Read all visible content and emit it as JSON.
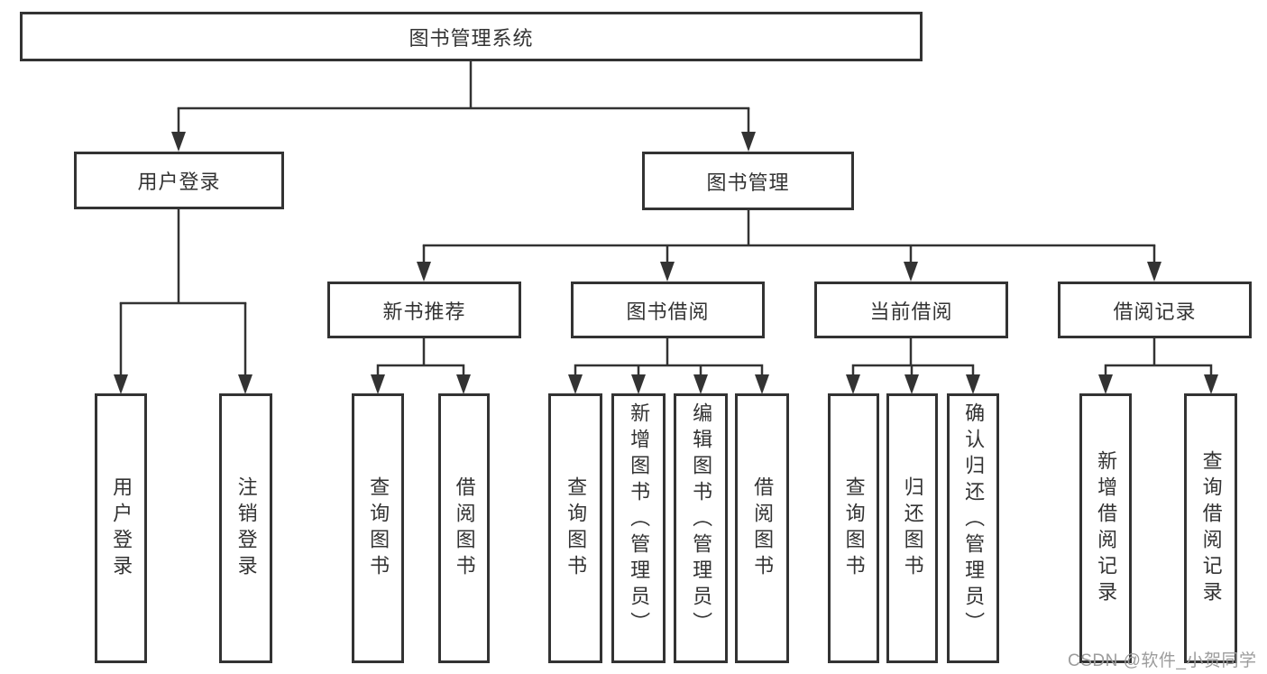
{
  "colors": {
    "line": "#333333",
    "box_border": "#333333",
    "text": "#333333",
    "watermark": "#9c9c9c",
    "background": "#ffffff"
  },
  "tree": {
    "root": {
      "label": "图书管理系统",
      "children": [
        {
          "label": "用户登录",
          "children": [
            {
              "label": "用户登录"
            },
            {
              "label": "注销登录"
            }
          ]
        },
        {
          "label": "图书管理",
          "children": [
            {
              "label": "新书推荐",
              "children": [
                {
                  "label": "查询图书"
                },
                {
                  "label": "借阅图书"
                }
              ]
            },
            {
              "label": "图书借阅",
              "children": [
                {
                  "label": "查询图书"
                },
                {
                  "label": "新增图书（管理员）"
                },
                {
                  "label": "编辑图书（管理员）"
                },
                {
                  "label": "借阅图书"
                }
              ]
            },
            {
              "label": "当前借阅",
              "children": [
                {
                  "label": "查询图书"
                },
                {
                  "label": "归还图书"
                },
                {
                  "label": "确认归还（管理员）"
                }
              ]
            },
            {
              "label": "借阅记录",
              "children": [
                {
                  "label": "新增借阅记录"
                },
                {
                  "label": "查询借阅记录"
                }
              ]
            }
          ]
        }
      ]
    }
  },
  "watermark": {
    "text": "CSDN @软件_小贺同学"
  }
}
